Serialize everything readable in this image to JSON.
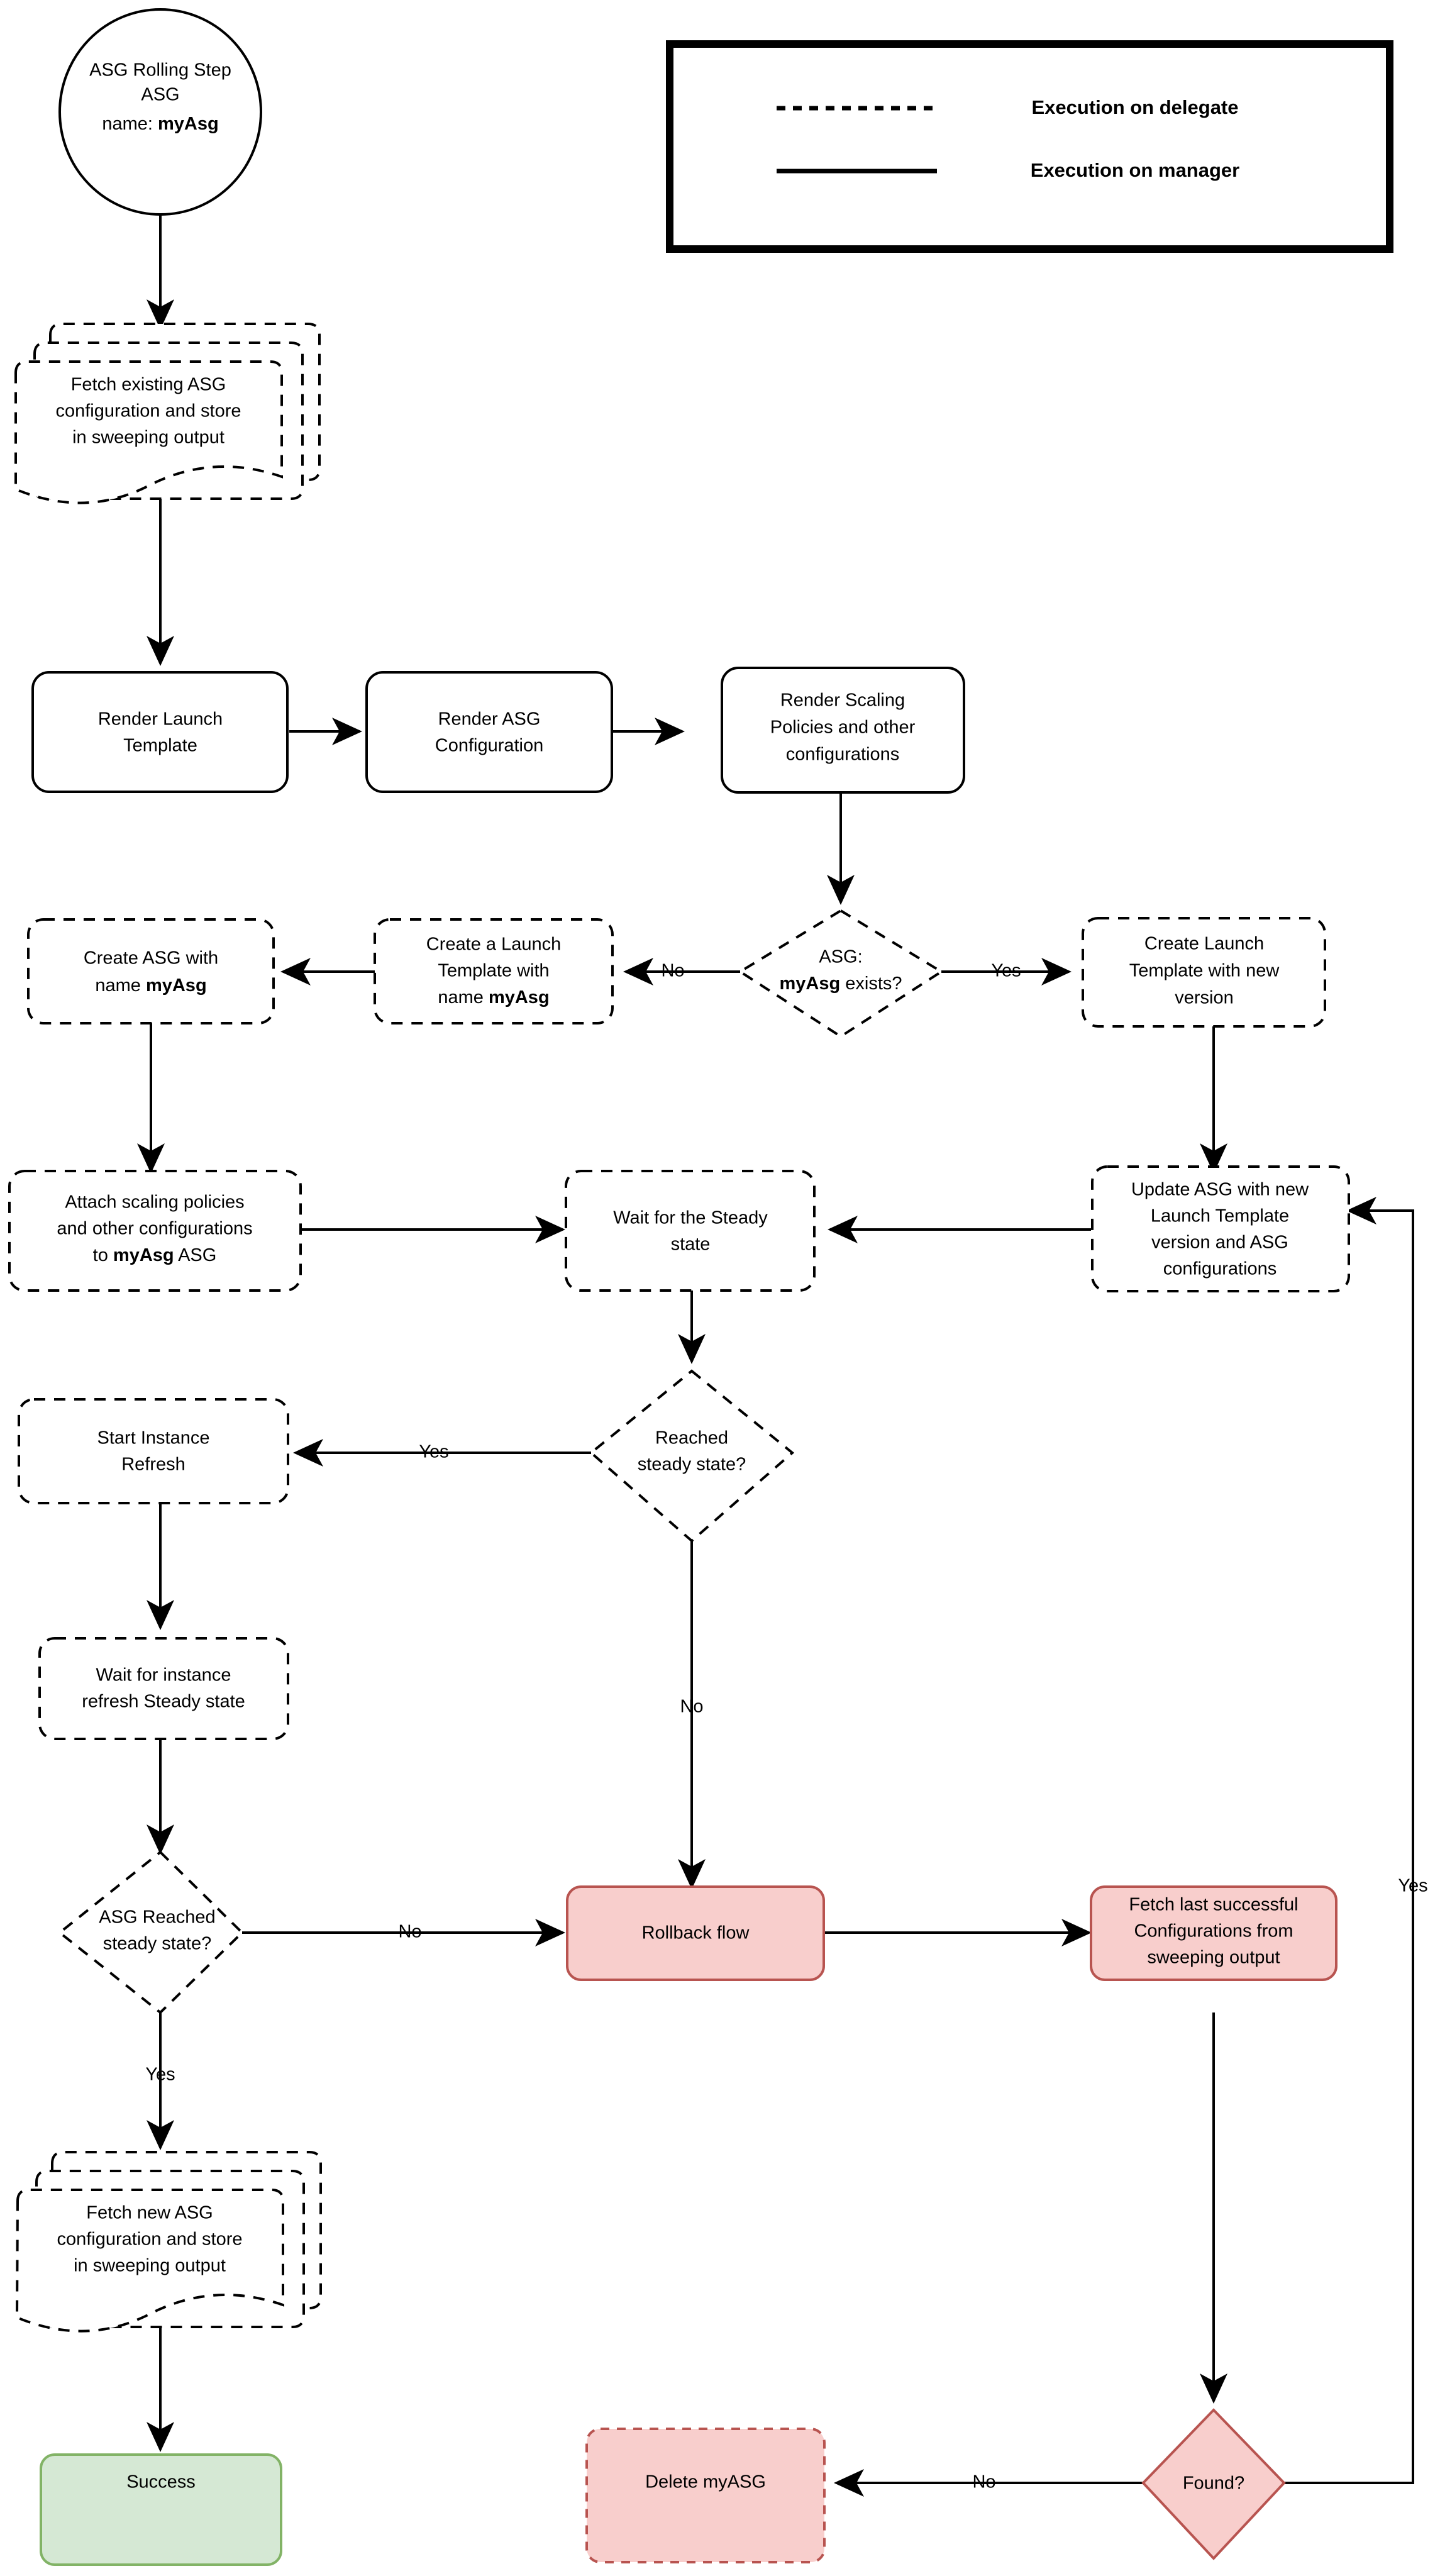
{
  "diagram": {
    "title": "ASG Rolling Step Flow",
    "colors": {
      "red_fill": "#f8cecc",
      "red_stroke": "#b85450",
      "green_fill": "#d5e8d4",
      "green_stroke": "#82b366",
      "white_fill": "#ffffff",
      "black_stroke": "#000000"
    },
    "legend": {
      "delegate_label": "Execution on delegate",
      "manager_label": "Execution on manager"
    },
    "nodes": {
      "start": {
        "line1": "ASG Rolling Step",
        "line2": "ASG",
        "line3_prefix": "name: ",
        "line3_bold": "myAsg"
      },
      "fetch_existing": {
        "line1": "Fetch existing ASG",
        "line2": "configuration and store",
        "line3": "in sweeping output"
      },
      "render_launch_template": {
        "line1": "Render Launch",
        "line2": "Template"
      },
      "render_asg_config": {
        "line1": "Render ASG",
        "line2": "Configuration"
      },
      "render_scaling": {
        "line1": "Render Scaling",
        "line2": "Policies and other",
        "line3": "configurations"
      },
      "asg_exists": {
        "line1": "ASG:",
        "line2_bold": "myAsg",
        "line2_rest": " exists?"
      },
      "create_launch_template_name": {
        "line1": "Create a Launch",
        "line2": "Template with",
        "line3_prefix": "name ",
        "line3_bold": "myAsg"
      },
      "create_asg": {
        "line1": "Create ASG with",
        "line2_prefix": "name ",
        "line2_bold": "myAsg"
      },
      "create_launch_template_new": {
        "line1": "Create Launch",
        "line2": "Template with new",
        "line3": "version"
      },
      "attach_scaling": {
        "line1": "Attach scaling policies",
        "line2": "and other configurations",
        "line3_prefix": "to ",
        "line3_bold": "myAsg",
        "line3_suffix": " ASG"
      },
      "wait_steady": {
        "line1": "Wait for the Steady",
        "line2": "state"
      },
      "update_asg": {
        "line1": "Update ASG with new",
        "line2": "Launch Template",
        "line3": "version and ASG",
        "line4": "configurations"
      },
      "reached_steady": {
        "line1": "Reached",
        "line2": "steady state?"
      },
      "start_instance_refresh": {
        "line1": "Start Instance",
        "line2": "Refresh"
      },
      "wait_instance_refresh": {
        "line1": "Wait for instance",
        "line2": "refresh Steady state"
      },
      "asg_reached_steady": {
        "line1": "ASG Reached",
        "line2": "steady state?"
      },
      "rollback_flow": {
        "line1": "Rollback flow"
      },
      "fetch_last_successful": {
        "line1": "Fetch last successful",
        "line2": "Configurations from",
        "line3": "sweeping output"
      },
      "fetch_new_asg": {
        "line1": "Fetch new ASG",
        "line2": "configuration and store",
        "line3": "in sweeping output"
      },
      "success": {
        "line1": "Success"
      },
      "delete_myasg": {
        "line1": "Delete myASG"
      },
      "found": {
        "line1": "Found?"
      }
    },
    "edge_labels": {
      "no_exists": "No",
      "yes_exists": "Yes",
      "yes_reached": "Yes",
      "no_reached": "No",
      "no_asg_reached": "No",
      "yes_asg_reached": "Yes",
      "no_found": "No",
      "yes_found": "Yes"
    }
  }
}
